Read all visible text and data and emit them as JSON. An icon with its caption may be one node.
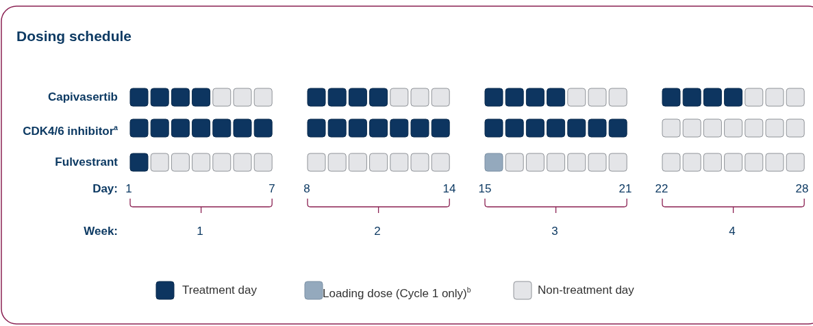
{
  "diagram": {
    "title": "Dosing schedule",
    "labels": [
      "Capivasertib",
      "CDK4/6 inhibitor$^{a}$",
      "Fulvestrant",
      "Day:",
      "1",
      "7",
      "8",
      "14",
      "15",
      "21",
      "22",
      "28",
      "Week:",
      "1",
      "2",
      "3",
      "4"
    ],
    "legend": [
      {
        "text": "Treatment day",
        "color": "#0d3560"
      },
      {
        "text": "Loading dose (Cycle 1 only)$^{b}$",
        "color": "#94a9bd"
      },
      {
        "text": "Non-treatment day",
        "color": "#e4e5e8"
      }
    ]
  }
}
